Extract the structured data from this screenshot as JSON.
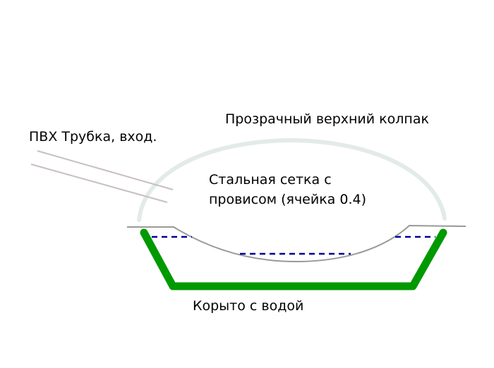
{
  "labels": {
    "dome": "Прозрачный верхний колпак",
    "tube": "ПВХ Трубка, вход.",
    "mesh_line1": "Стальная сетка с",
    "mesh_line2": "провисом (ячейка 0.4)",
    "trough": "Корыто с водой"
  },
  "colors": {
    "dome": "#e3ebe8",
    "tube": "#c8bfc3",
    "mesh": "#999999",
    "water": "#000099",
    "trough": "#009900"
  }
}
